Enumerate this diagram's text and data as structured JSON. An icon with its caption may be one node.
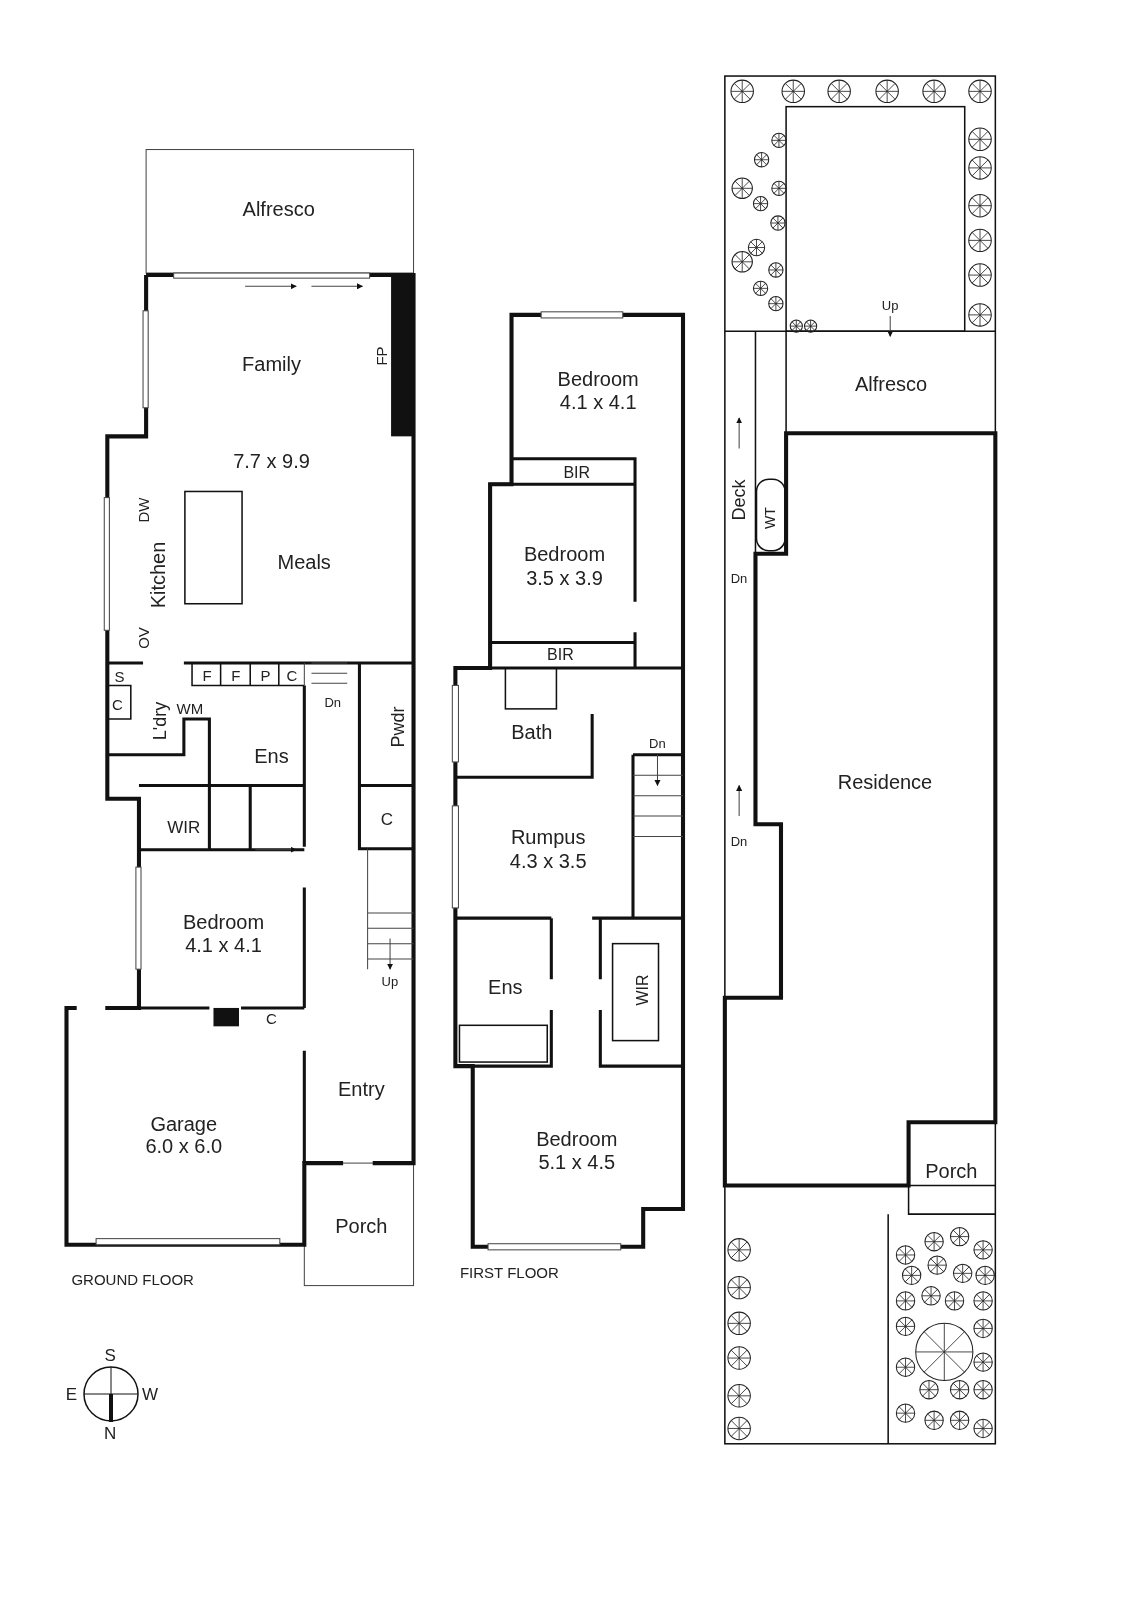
{
  "diagram": {
    "labels": [
      "Alfresco",
      "Family",
      "FP",
      "7.7 x 9.9",
      "DW",
      "Kitchen",
      "Meals",
      "OV",
      "S",
      "F",
      "F",
      "P",
      "C",
      "Dn",
      "Pwdr",
      "C",
      "WM",
      "L'dry",
      "Ens",
      "C",
      "WIR",
      "Bedroom",
      "4.1 x 4.1",
      "Up",
      "C",
      "Entry",
      "Garage",
      "6.0 x 6.0",
      "Porch",
      "GROUND FLOOR",
      "Bedroom",
      "4.1 x 4.1",
      "BIR",
      "Bedroom",
      "3.5 x 3.9",
      "BIR",
      "Bath",
      "Dn",
      "Rumpus",
      "4.3 x 3.5",
      "Ens",
      "WIR",
      "Bedroom",
      "5.1 x 4.5",
      "FIRST FLOOR",
      "Up",
      "Alfresco",
      "Deck",
      "WT",
      "Dn",
      "Residence",
      "Dn",
      "Porch",
      "S",
      "E",
      "W",
      "N"
    ]
  }
}
